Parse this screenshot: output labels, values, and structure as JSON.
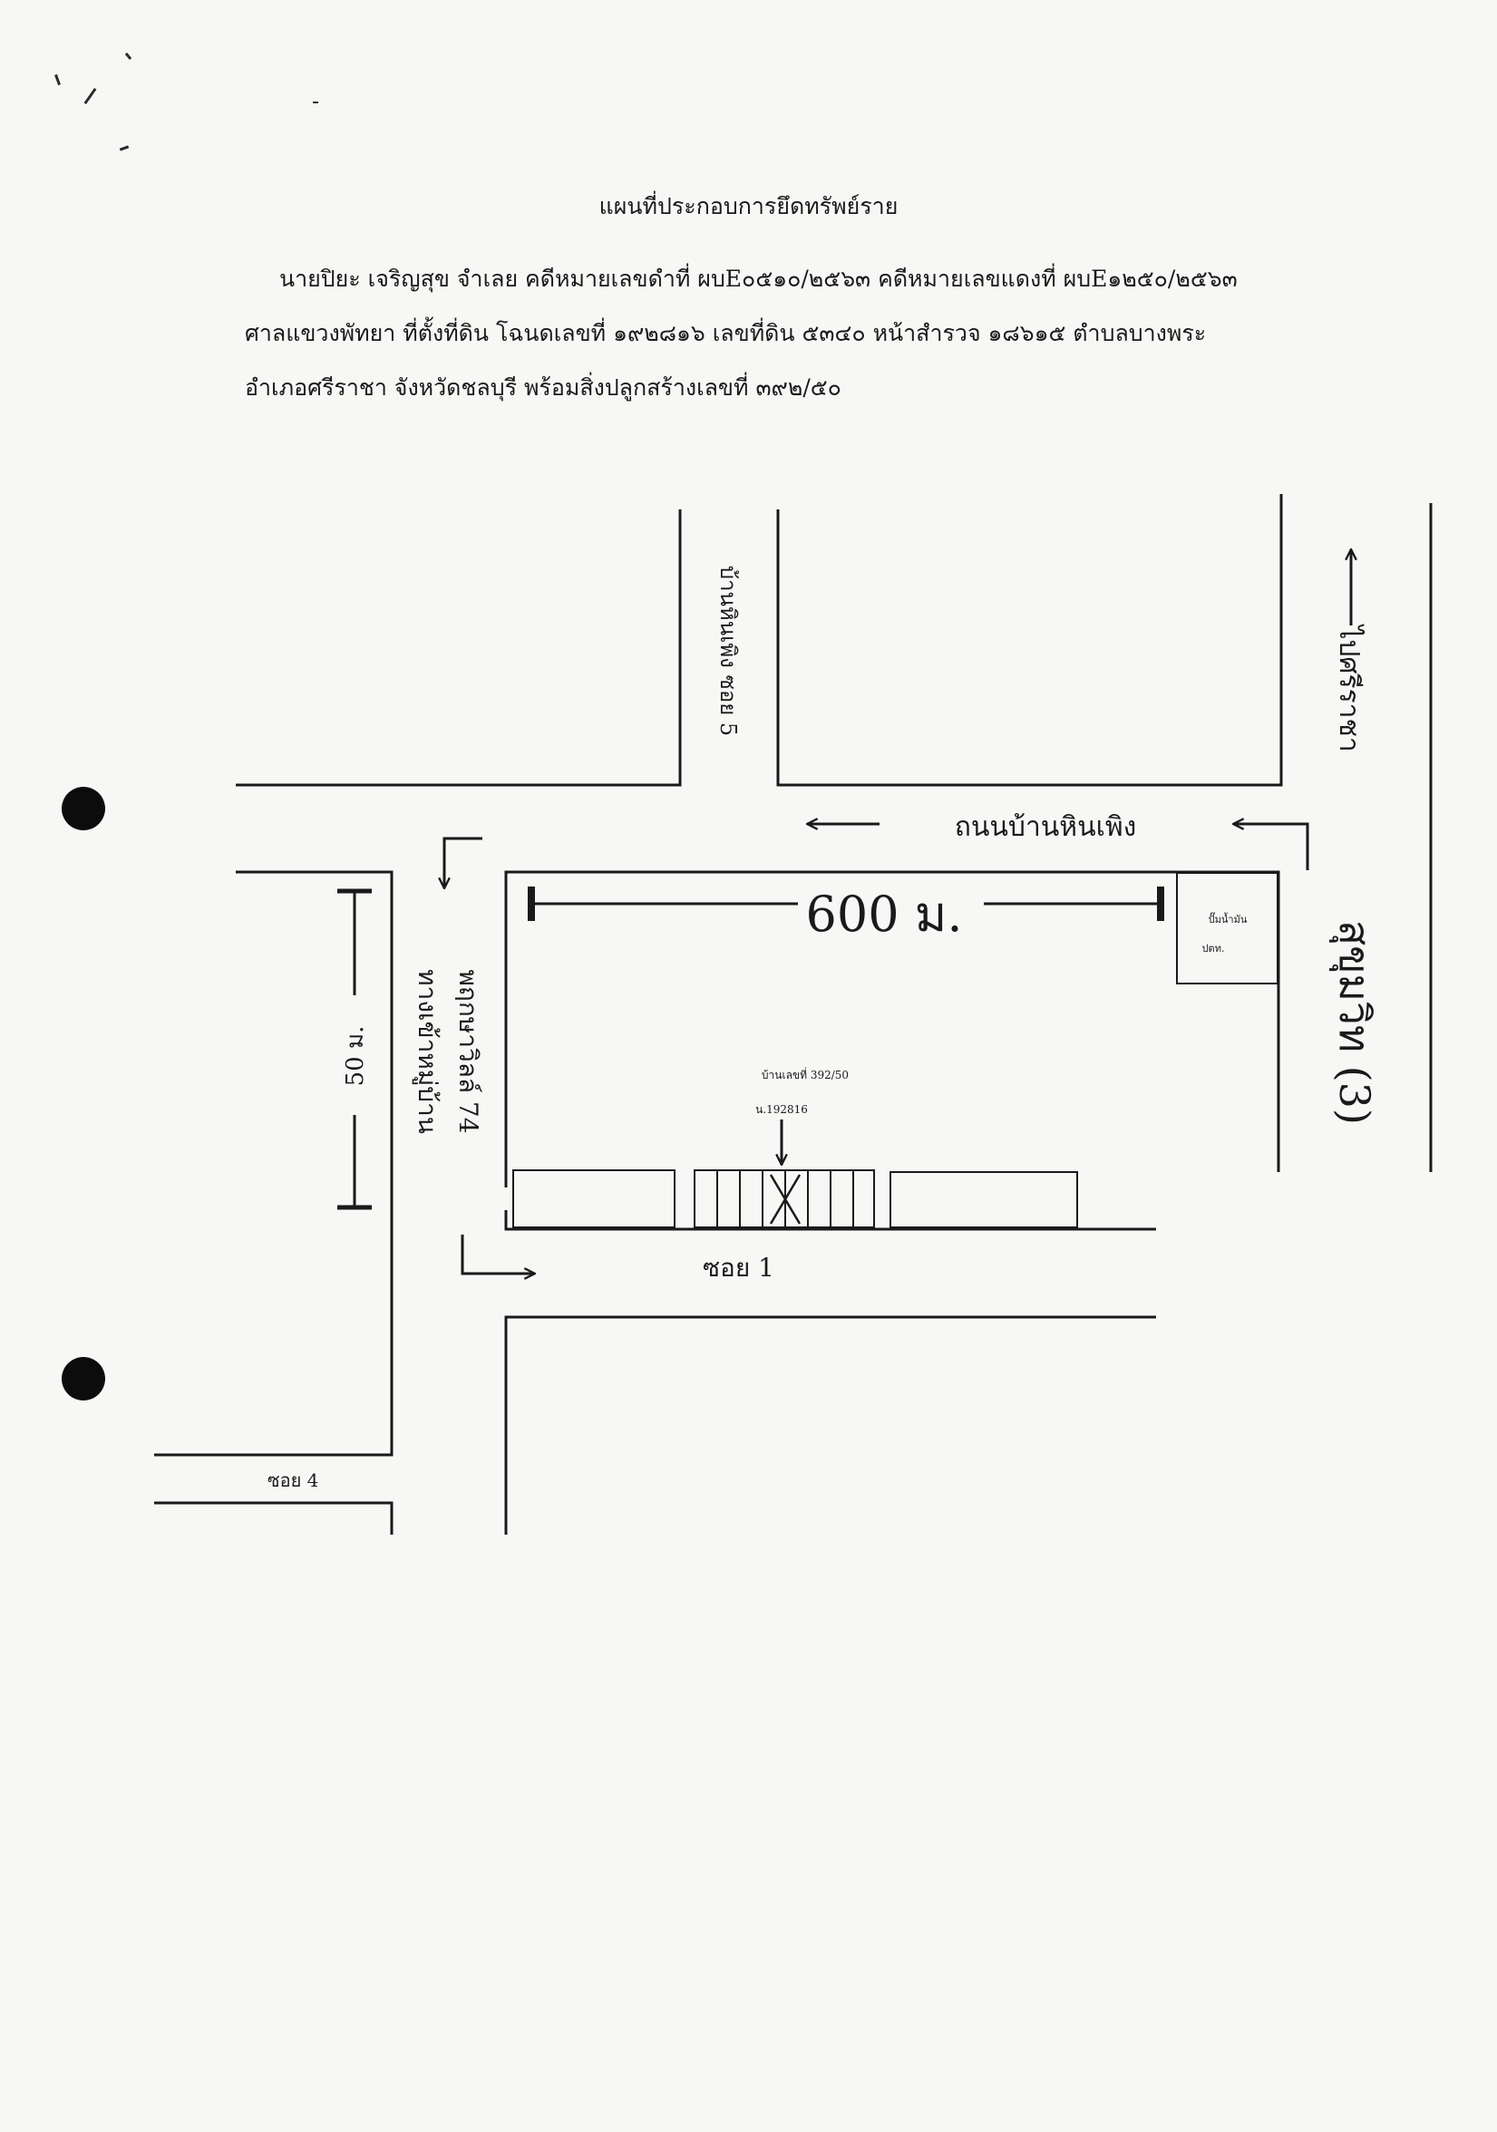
{
  "document": {
    "title": "แผนที่ประกอบการยึดทรัพย์ราย",
    "lines": [
      "นายปิยะ เจริญสุข จำเลย คดีหมายเลขดำที่ ผบE๐๕๑๐/๒๕๖๓ คดีหมายเลขแดงที่ ผบE๑๒๕๐/๒๕๖๓",
      "ศาลแขวงพัทยา ที่ตั้งที่ดิน โฉนดเลขที่ ๑๙๒๘๑๖ เลขที่ดิน ๕๓๔๐ หน้าสำรวจ ๑๘๖๑๕ ตำบลบางพระ",
      "อำเภอศรีราชา จังหวัดชลบุรี พร้อมสิ่งปลูกสร้างเลขที่ ๓๙๒/๕๐"
    ]
  },
  "map": {
    "labels": {
      "soi5": "บ้านหินเพิง ซอย 5",
      "to_sriracha": "ไปศรีราชา",
      "main_road": "ถนนบ้านหินเพิง",
      "distance_horizontal": "600 ม.",
      "distance_vertical": "50 ม.",
      "gas_station_line1": "ปั๊มน้ำมัน",
      "gas_station_line2": "ปตท.",
      "sukhumvit": "สุขุมวิท (3)",
      "side_road_line1": "ทางเข้าหมู่บ้าน",
      "side_road_line2": "พฤกษาวิลล์ 74",
      "house_no": "บ้านเลขที่ 392/50",
      "deed_no": "น.192816",
      "soi1": "ซอย 1",
      "soi4": "ซอย 4"
    }
  }
}
